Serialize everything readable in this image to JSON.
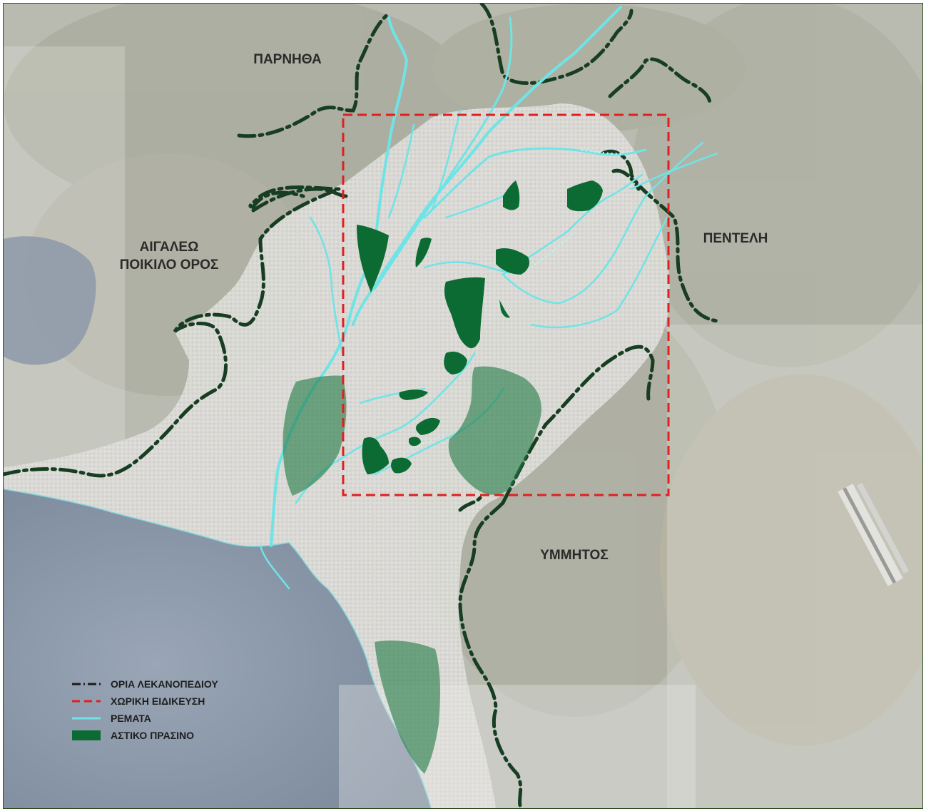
{
  "map": {
    "place_labels": {
      "parnitha": "ΠΑΡΝΗΘΑ",
      "aigaleo_line1": "ΑΙΓΑΛΕΩ",
      "aigaleo_line2": "ΠΟΙΚΙΛΟ ΟΡΟΣ",
      "penteli": "ΠΕΝΤΕΛΗ",
      "ymmitos": "ΥΜΜΗΤΟΣ"
    },
    "colors": {
      "basin_boundary": "#173d22",
      "study_area": "#e02020",
      "streams": "#6fe4e6",
      "urban_green": "#0b6b32",
      "sea": "#8a97a8",
      "urban": "#dcdcd8",
      "terrain": "#b8b9ad"
    }
  },
  "legend": {
    "items": [
      {
        "label": "ΟΡΙΑ ΛΕΚΑΝΟΠΕΔΙΟΥ",
        "icon": "dash-dot-line"
      },
      {
        "label": "ΧΩΡΙΚΗ ΕΙΔΙΚΕΥΣΗ",
        "icon": "red-dashed-line"
      },
      {
        "label": "ΡΕΜΑΤΑ",
        "icon": "cyan-line"
      },
      {
        "label": "ΑΣΤΙΚΟ ΠΡΑΣΙΝΟ",
        "icon": "green-box"
      }
    ]
  }
}
